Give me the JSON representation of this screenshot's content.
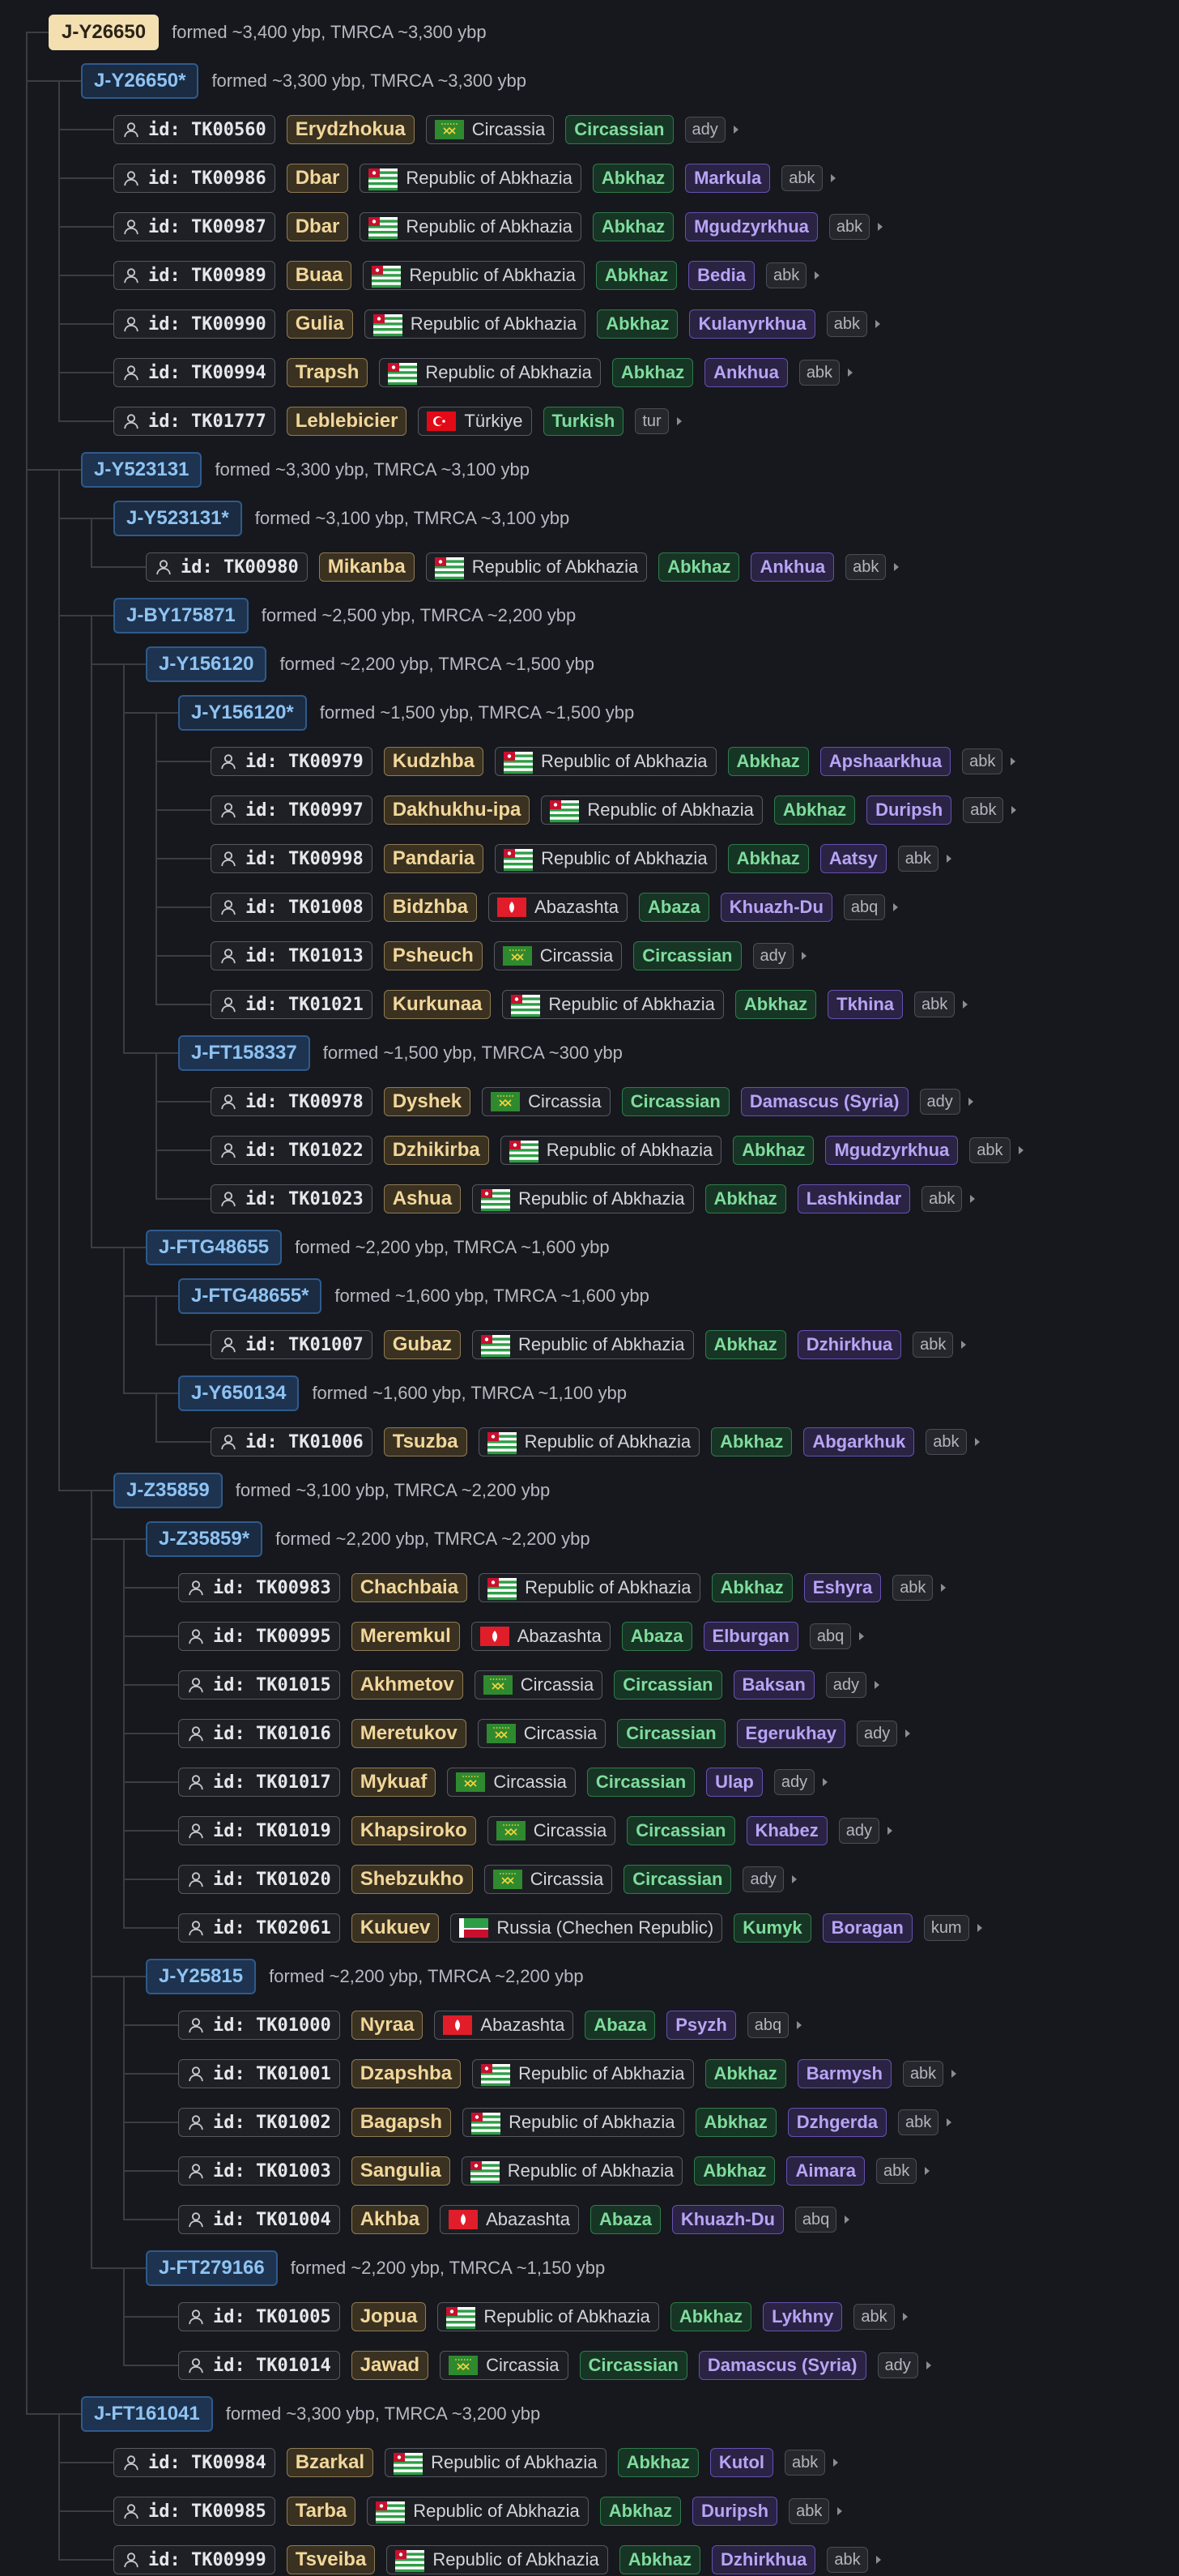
{
  "haplogroups": {
    "Y26650": {
      "label": "J-Y26650",
      "info": "formed ~3,400 ybp, TMRCA ~3,300 ybp"
    },
    "Y26650s": {
      "label": "J-Y26650*",
      "info": "formed ~3,300 ybp, TMRCA ~3,300 ybp"
    },
    "Y523131": {
      "label": "J-Y523131",
      "info": "formed ~3,300 ybp, TMRCA ~3,100 ybp"
    },
    "Y523131s": {
      "label": "J-Y523131*",
      "info": "formed ~3,100 ybp, TMRCA ~3,100 ybp"
    },
    "BY175871": {
      "label": "J-BY175871",
      "info": "formed ~2,500 ybp, TMRCA ~2,200 ybp"
    },
    "Y156120": {
      "label": "J-Y156120",
      "info": "formed ~2,200 ybp, TMRCA ~1,500 ybp"
    },
    "Y156120s": {
      "label": "J-Y156120*",
      "info": "formed ~1,500 ybp, TMRCA ~1,500 ybp"
    },
    "FT158337": {
      "label": "J-FT158337",
      "info": "formed ~1,500 ybp, TMRCA ~300 ybp"
    },
    "FTG48655": {
      "label": "J-FTG48655",
      "info": "formed ~2,200 ybp, TMRCA ~1,600 ybp"
    },
    "FTG48655s": {
      "label": "J-FTG48655*",
      "info": "formed ~1,600 ybp, TMRCA ~1,600 ybp"
    },
    "Y650134": {
      "label": "J-Y650134",
      "info": "formed ~1,600 ybp, TMRCA ~1,100 ybp"
    },
    "Z35859": {
      "label": "J-Z35859",
      "info": "formed ~3,100 ybp, TMRCA ~2,200 ybp"
    },
    "Z35859s": {
      "label": "J-Z35859*",
      "info": "formed ~2,200 ybp, TMRCA ~2,200 ybp"
    },
    "Y25815": {
      "label": "J-Y25815",
      "info": "formed ~2,200 ybp, TMRCA ~2,200 ybp"
    },
    "FT279166": {
      "label": "J-FT279166",
      "info": "formed ~2,200 ybp, TMRCA ~1,150 ybp"
    },
    "FT161041": {
      "label": "J-FT161041",
      "info": "formed ~3,300 ybp, TMRCA ~3,200 ybp"
    }
  },
  "samples": {
    "TK00560": {
      "id": "id: TK00560",
      "surname": "Erydzhokua",
      "flag": "circassia",
      "country": "Circassia",
      "ethnic": "Circassian",
      "subgroup": "",
      "lang": "ady"
    },
    "TK00986": {
      "id": "id: TK00986",
      "surname": "Dbar",
      "flag": "abkhazia",
      "country": "Republic of Abkhazia",
      "ethnic": "Abkhaz",
      "subgroup": "Markula",
      "lang": "abk"
    },
    "TK00987": {
      "id": "id: TK00987",
      "surname": "Dbar",
      "flag": "abkhazia",
      "country": "Republic of Abkhazia",
      "ethnic": "Abkhaz",
      "subgroup": "Mgudzyrkhua",
      "lang": "abk"
    },
    "TK00989": {
      "id": "id: TK00989",
      "surname": "Buaa",
      "flag": "abkhazia",
      "country": "Republic of Abkhazia",
      "ethnic": "Abkhaz",
      "subgroup": "Bedia",
      "lang": "abk"
    },
    "TK00990": {
      "id": "id: TK00990",
      "surname": "Gulia",
      "flag": "abkhazia",
      "country": "Republic of Abkhazia",
      "ethnic": "Abkhaz",
      "subgroup": "Kulanyrkhua",
      "lang": "abk"
    },
    "TK00994": {
      "id": "id: TK00994",
      "surname": "Trapsh",
      "flag": "abkhazia",
      "country": "Republic of Abkhazia",
      "ethnic": "Abkhaz",
      "subgroup": "Ankhua",
      "lang": "abk"
    },
    "TK01777": {
      "id": "id: TK01777",
      "surname": "Leblebicier",
      "flag": "turkiye",
      "country": "Türkiye",
      "ethnic": "Turkish",
      "subgroup": "",
      "lang": "tur"
    },
    "TK00980": {
      "id": "id: TK00980",
      "surname": "Mikanba",
      "flag": "abkhazia",
      "country": "Republic of Abkhazia",
      "ethnic": "Abkhaz",
      "subgroup": "Ankhua",
      "lang": "abk"
    },
    "TK00979": {
      "id": "id: TK00979",
      "surname": "Kudzhba",
      "flag": "abkhazia",
      "country": "Republic of Abkhazia",
      "ethnic": "Abkhaz",
      "subgroup": "Apshaarkhua",
      "lang": "abk"
    },
    "TK00997": {
      "id": "id: TK00997",
      "surname": "Dakhukhu-ipa",
      "flag": "abkhazia",
      "country": "Republic of Abkhazia",
      "ethnic": "Abkhaz",
      "subgroup": "Duripsh",
      "lang": "abk"
    },
    "TK00998": {
      "id": "id: TK00998",
      "surname": "Pandaria",
      "flag": "abkhazia",
      "country": "Republic of Abkhazia",
      "ethnic": "Abkhaz",
      "subgroup": "Aatsy",
      "lang": "abk"
    },
    "TK01008": {
      "id": "id: TK01008",
      "surname": "Bidzhba",
      "flag": "abazashta",
      "country": "Abazashta",
      "ethnic": "Abaza",
      "subgroup": "Khuazh-Du",
      "lang": "abq"
    },
    "TK01013": {
      "id": "id: TK01013",
      "surname": "Psheuch",
      "flag": "circassia",
      "country": "Circassia",
      "ethnic": "Circassian",
      "subgroup": "",
      "lang": "ady"
    },
    "TK01021": {
      "id": "id: TK01021",
      "surname": "Kurkunaa",
      "flag": "abkhazia",
      "country": "Republic of Abkhazia",
      "ethnic": "Abkhaz",
      "subgroup": "Tkhina",
      "lang": "abk"
    },
    "TK00978": {
      "id": "id: TK00978",
      "surname": "Dyshek",
      "flag": "circassia",
      "country": "Circassia",
      "ethnic": "Circassian",
      "subgroup": "Damascus (Syria)",
      "lang": "ady"
    },
    "TK01022": {
      "id": "id: TK01022",
      "surname": "Dzhikirba",
      "flag": "abkhazia",
      "country": "Republic of Abkhazia",
      "ethnic": "Abkhaz",
      "subgroup": "Mgudzyrkhua",
      "lang": "abk"
    },
    "TK01023": {
      "id": "id: TK01023",
      "surname": "Ashua",
      "flag": "abkhazia",
      "country": "Republic of Abkhazia",
      "ethnic": "Abkhaz",
      "subgroup": "Lashkindar",
      "lang": "abk"
    },
    "TK01007": {
      "id": "id: TK01007",
      "surname": "Gubaz",
      "flag": "abkhazia",
      "country": "Republic of Abkhazia",
      "ethnic": "Abkhaz",
      "subgroup": "Dzhirkhua",
      "lang": "abk"
    },
    "TK01006": {
      "id": "id: TK01006",
      "surname": "Tsuzba",
      "flag": "abkhazia",
      "country": "Republic of Abkhazia",
      "ethnic": "Abkhaz",
      "subgroup": "Abgarkhuk",
      "lang": "abk"
    },
    "TK00983": {
      "id": "id: TK00983",
      "surname": "Chachbaia",
      "flag": "abkhazia",
      "country": "Republic of Abkhazia",
      "ethnic": "Abkhaz",
      "subgroup": "Eshyra",
      "lang": "abk"
    },
    "TK00995": {
      "id": "id: TK00995",
      "surname": "Meremkul",
      "flag": "abazashta",
      "country": "Abazashta",
      "ethnic": "Abaza",
      "subgroup": "Elburgan",
      "lang": "abq"
    },
    "TK01015": {
      "id": "id: TK01015",
      "surname": "Akhmetov",
      "flag": "circassia",
      "country": "Circassia",
      "ethnic": "Circassian",
      "subgroup": "Baksan",
      "lang": "ady"
    },
    "TK01016": {
      "id": "id: TK01016",
      "surname": "Meretukov",
      "flag": "circassia",
      "country": "Circassia",
      "ethnic": "Circassian",
      "subgroup": "Egerukhay",
      "lang": "ady"
    },
    "TK01017": {
      "id": "id: TK01017",
      "surname": "Mykuaf",
      "flag": "circassia",
      "country": "Circassia",
      "ethnic": "Circassian",
      "subgroup": "Ulap",
      "lang": "ady"
    },
    "TK01019": {
      "id": "id: TK01019",
      "surname": "Khapsiroko",
      "flag": "circassia",
      "country": "Circassia",
      "ethnic": "Circassian",
      "subgroup": "Khabez",
      "lang": "ady"
    },
    "TK01020": {
      "id": "id: TK01020",
      "surname": "Shebzukho",
      "flag": "circassia",
      "country": "Circassia",
      "ethnic": "Circassian",
      "subgroup": "",
      "lang": "ady"
    },
    "TK02061": {
      "id": "id: TK02061",
      "surname": "Kukuev",
      "flag": "chechnya",
      "country": "Russia (Chechen Republic)",
      "ethnic": "Kumyk",
      "subgroup": "Boragan",
      "lang": "kum"
    },
    "TK01000": {
      "id": "id: TK01000",
      "surname": "Nyraa",
      "flag": "abazashta",
      "country": "Abazashta",
      "ethnic": "Abaza",
      "subgroup": "Psyzh",
      "lang": "abq"
    },
    "TK01001": {
      "id": "id: TK01001",
      "surname": "Dzapshba",
      "flag": "abkhazia",
      "country": "Republic of Abkhazia",
      "ethnic": "Abkhaz",
      "subgroup": "Barmysh",
      "lang": "abk"
    },
    "TK01002": {
      "id": "id: TK01002",
      "surname": "Bagapsh",
      "flag": "abkhazia",
      "country": "Republic of Abkhazia",
      "ethnic": "Abkhaz",
      "subgroup": "Dzhgerda",
      "lang": "abk"
    },
    "TK01003": {
      "id": "id: TK01003",
      "surname": "Sangulia",
      "flag": "abkhazia",
      "country": "Republic of Abkhazia",
      "ethnic": "Abkhaz",
      "subgroup": "Aimara",
      "lang": "abk"
    },
    "TK01004": {
      "id": "id: TK01004",
      "surname": "Akhba",
      "flag": "abazashta",
      "country": "Abazashta",
      "ethnic": "Abaza",
      "subgroup": "Khuazh-Du",
      "lang": "abq"
    },
    "TK01005": {
      "id": "id: TK01005",
      "surname": "Jopua",
      "flag": "abkhazia",
      "country": "Republic of Abkhazia",
      "ethnic": "Abkhaz",
      "subgroup": "Lykhny",
      "lang": "abk"
    },
    "TK01014": {
      "id": "id: TK01014",
      "surname": "Jawad",
      "flag": "circassia",
      "country": "Circassia",
      "ethnic": "Circassian",
      "subgroup": "Damascus (Syria)",
      "lang": "ady"
    },
    "TK00984": {
      "id": "id: TK00984",
      "surname": "Bzarkal",
      "flag": "abkhazia",
      "country": "Republic of Abkhazia",
      "ethnic": "Abkhaz",
      "subgroup": "Kutol",
      "lang": "abk"
    },
    "TK00985": {
      "id": "id: TK00985",
      "surname": "Tarba",
      "flag": "abkhazia",
      "country": "Republic of Abkhazia",
      "ethnic": "Abkhaz",
      "subgroup": "Duripsh",
      "lang": "abk"
    },
    "TK00999": {
      "id": "id: TK00999",
      "surname": "Tsveiba",
      "flag": "abkhazia",
      "country": "Republic of Abkhazia",
      "ethnic": "Abkhaz",
      "subgroup": "Dzhirkhua",
      "lang": "abk"
    }
  },
  "icons": {
    "person": "person-icon",
    "expand": "caret-right-icon"
  },
  "colors": {
    "background": "#16181d",
    "root_node": "#f3dfb0",
    "haplogroup_text": "#8ec3f2",
    "surname": "#f2d79b",
    "ethnic": "#7fdc9d",
    "subgroup": "#b8a4f5"
  }
}
